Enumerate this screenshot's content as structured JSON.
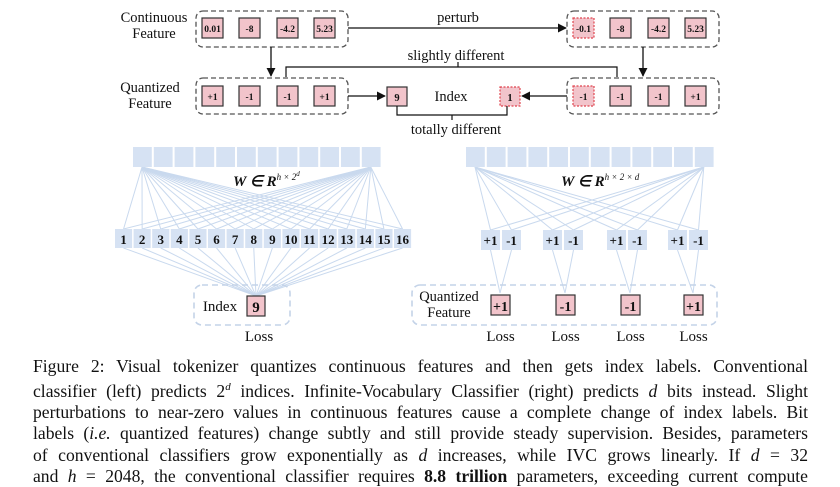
{
  "top": {
    "continuous_label_1": "Continuous",
    "continuous_label_2": "Feature",
    "quantized_label_1": "Quantized",
    "quantized_label_2": "Feature",
    "continuous_values": [
      "0.01",
      "-8",
      "-4.2",
      "5.23"
    ],
    "perturbed_values": [
      "-0.1",
      "-8",
      "-4.2",
      "5.23"
    ],
    "quantized_values": [
      "+1",
      "-1",
      "-1",
      "+1"
    ],
    "quantized_perturbed_values": [
      "-1",
      "-1",
      "-1",
      "+1"
    ],
    "perturb_label": "perturb",
    "slightly_different_label": "slightly different",
    "totally_different_label": "totally different",
    "index_label": "Index",
    "index_value": "9",
    "index_perturbed_value": "1"
  },
  "left": {
    "weight_label": "W ∈ R",
    "weight_sup": "h × 2",
    "weight_sup2": "d",
    "hidden_count": 12,
    "outputs": [
      "1",
      "2",
      "3",
      "4",
      "5",
      "6",
      "7",
      "8",
      "9",
      "10",
      "11",
      "12",
      "13",
      "14",
      "15",
      "16"
    ],
    "target_label": "Index",
    "target_value": "9",
    "loss_label": "Loss"
  },
  "right": {
    "weight_label": "W ∈ R",
    "weight_sup": "h × 2 × d",
    "hidden_count": 12,
    "output_pairs": [
      [
        "+1",
        "-1"
      ],
      [
        "+1",
        "-1"
      ],
      [
        "+1",
        "-1"
      ],
      [
        "+1",
        "-1"
      ]
    ],
    "target_label_1": "Quantized",
    "target_label_2": "Feature",
    "target_values": [
      "+1",
      "-1",
      "-1",
      "+1"
    ],
    "loss_labels": [
      "Loss",
      "Loss",
      "Loss",
      "Loss"
    ]
  },
  "colors": {
    "pink_fill": "#f2c4cb",
    "pink_border_dash": "#e0454f",
    "blue_fill": "#d6e2f3",
    "blue_line": "#c9d9ee",
    "dash_grey": "#555555",
    "light_dash": "#c4d3e8"
  },
  "caption": {
    "lines": [
      "Figure 2: Visual tokenizer quantizes continuous features and then gets index labels. Conventional",
      "classifier (left) predicts 2^d indices. Infinite-Vocabulary Classifier (right) predicts d bits instead. Slight",
      "perturbations to near-zero values in continuous features cause a complete change of index labels. Bit",
      "labels (i.e. quantized features) change subtly and still provide steady supervision. Besides, parameters",
      "of conventional classifiers grow exponentially as d increases, while IVC grows linearly. If d = 32",
      "and h = 2048, the conventional classifier requires 8.8 trillion parameters, exceeding current compute"
    ],
    "l1": "Figure 2: Visual tokenizer quantizes continuous features and then gets index labels. Conventional",
    "l2a": "classifier (left) predicts 2",
    "l2sup": "d",
    "l2b": " indices. Infinite-Vocabulary Classifier (right) predicts ",
    "l2var": "d",
    "l2c": " bits instead. Slight",
    "l3": "perturbations to near-zero values in continuous features cause a complete change of index labels. Bit",
    "l4a": "labels (",
    "l4it": "i.e.",
    "l4b": " quantized features) change subtly and still provide steady supervision. Besides, parameters",
    "l5a": "of conventional classifiers grow exponentially as ",
    "l5var": "d",
    "l5b": " increases, while IVC grows linearly. If ",
    "l5var2": "d",
    "l5c": " = 32",
    "l6a": "and ",
    "l6var": "h",
    "l6b": " = 2048, the conventional classifier requires ",
    "l6bold": "8.8 trillion",
    "l6c": " parameters, exceeding current compute"
  }
}
